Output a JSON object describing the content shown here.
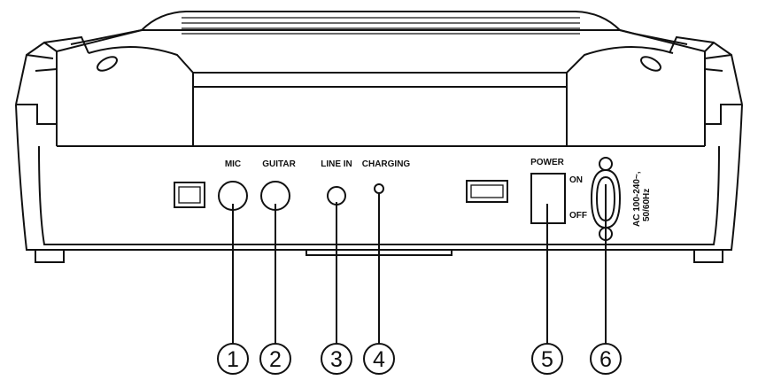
{
  "labels": {
    "mic": "MIC",
    "guitar": "GUITAR",
    "line_in": "LINE IN",
    "charging": "CHARGING",
    "power": "POWER",
    "on": "ON",
    "off": "OFF",
    "ac_line1": "AC 100-240~,",
    "ac_line2": "50/60Hz"
  },
  "callouts": [
    "1",
    "2",
    "3",
    "4",
    "5",
    "6"
  ]
}
